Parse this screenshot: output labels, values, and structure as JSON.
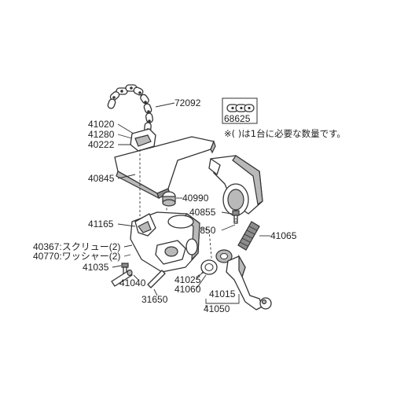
{
  "labels": {
    "p72092": "72092",
    "p68625": "68625",
    "note": "※( )は1台に必要な数量です。",
    "p41020": "41020",
    "p41280": "41280",
    "p40222": "40222",
    "p40845": "40845",
    "p40990": "40990",
    "p40855": "40855",
    "p40850": "40850",
    "p41065": "41065",
    "p41165": "41165",
    "p40367": "40367:スクリュー(2)",
    "p40770": "40770:ワッシャー(2)",
    "p41035": "41035",
    "p41040": "41040",
    "p31650": "31650",
    "p41025": "41025",
    "p41060": "41060",
    "p41015": "41015",
    "p41050": "41050"
  }
}
